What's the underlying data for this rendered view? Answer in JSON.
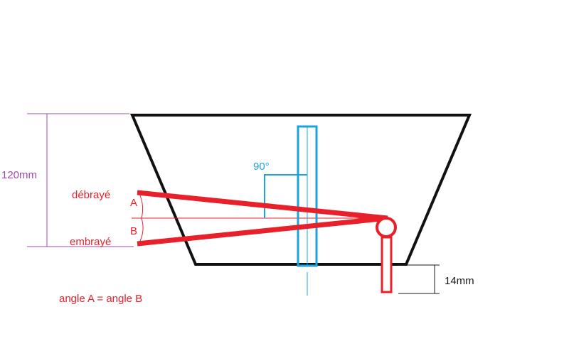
{
  "labels": {
    "height_dimension": "120mm",
    "position_a_name": "débrayé",
    "position_a_letter": "A",
    "position_b_name": "embrayé",
    "position_b_letter": "B",
    "right_angle": "90°",
    "offset_dimension": "14mm",
    "equation": "angle A = angle B"
  },
  "colors": {
    "body_outline": "#111111",
    "lever": "#e8202a",
    "shaft": "#1aa3e0",
    "dimension": "#a04aa8"
  }
}
